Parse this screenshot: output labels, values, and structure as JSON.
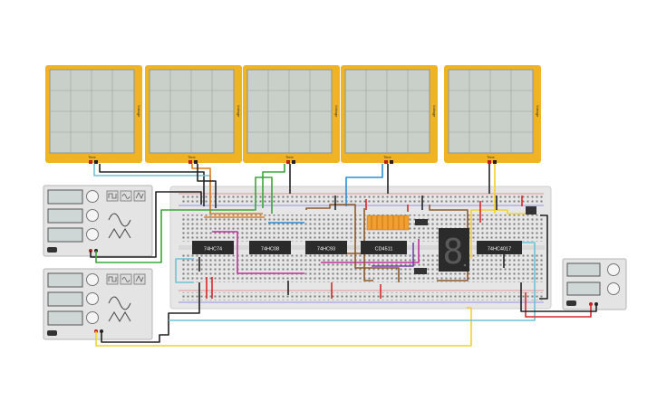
{
  "oscilloscopes": [
    {
      "time_label": "Time",
      "voltage_label": "Voltage"
    },
    {
      "time_label": "Time",
      "voltage_label": "Voltage"
    },
    {
      "time_label": "Time",
      "voltage_label": "Voltage"
    },
    {
      "time_label": "Time",
      "voltage_label": "Voltage"
    },
    {
      "time_label": "Time",
      "voltage_label": "Voltage"
    }
  ],
  "chips": [
    {
      "label": "74HC74"
    },
    {
      "label": "74HC08"
    },
    {
      "label": "74HC93"
    },
    {
      "label": "CD4511"
    },
    {
      "label": "74HC4017"
    }
  ],
  "seven_segment": {
    "digit": "8"
  },
  "colors": {
    "scope_frame": "#f0b323",
    "scope_screen": "#c9cfc9",
    "breadboard": "#e6e6e6",
    "chip": "#2b2b2b",
    "wire_orange": "#e07b1f",
    "wire_blue": "#2a8fd6",
    "wire_green": "#3aa63a",
    "wire_magenta": "#c4329a",
    "wire_yellow": "#f2d22b",
    "wire_brown": "#8b5a2b",
    "wire_red": "#d42a2a",
    "wire_cyan": "#6fc2d6"
  }
}
